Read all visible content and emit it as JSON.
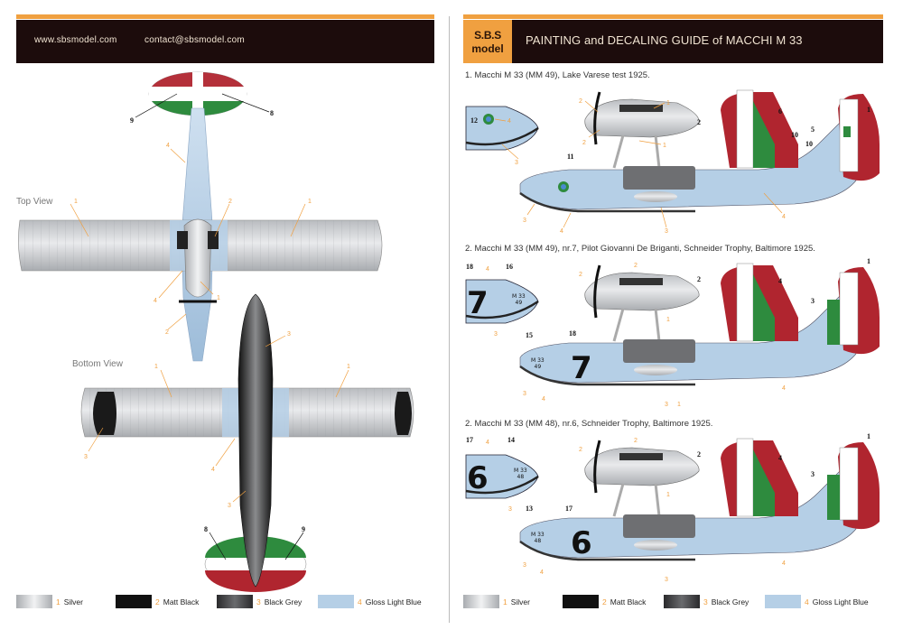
{
  "header": {
    "website": "www.sbsmodel.com",
    "email": "contact@sbsmodel.com",
    "logo_line1": "S.B.S",
    "logo_line2": "model",
    "title": "PAINTING and DECALING GUIDE of MACCHI M 33"
  },
  "views": {
    "top": "Top View",
    "bottom": "Bottom View"
  },
  "schemes": [
    {
      "title": "1. Macchi M 33 (MM 49), Lake Varese test 1925."
    },
    {
      "title": "2. Macchi M 33 (MM 49), nr.7, Pilot Giovanni De Briganti, Schneider Trophy, Baltimore 1925.",
      "race_number": "7",
      "serial": "M 33",
      "serial_sub": "49"
    },
    {
      "title": "2. Macchi M 33 (MM 48), nr.6, Schneider Trophy, Baltimore 1925.",
      "race_number": "6",
      "serial": "M 33",
      "serial_sub": "48"
    }
  ],
  "legend": [
    {
      "number": "1",
      "label": "Silver",
      "color": "#cfd1d4"
    },
    {
      "number": "2",
      "label": "Matt Black",
      "color": "#111111"
    },
    {
      "number": "3",
      "label": "Black Grey",
      "color": "#4a4a4c"
    },
    {
      "number": "4",
      "label": "Gloss Light Blue",
      "color": "#b5cfe6"
    }
  ],
  "colors": {
    "accent": "#f0a040",
    "header_bg": "#1c0c0c",
    "italian_green": "#2e8b3e",
    "italian_red": "#b0252f"
  }
}
